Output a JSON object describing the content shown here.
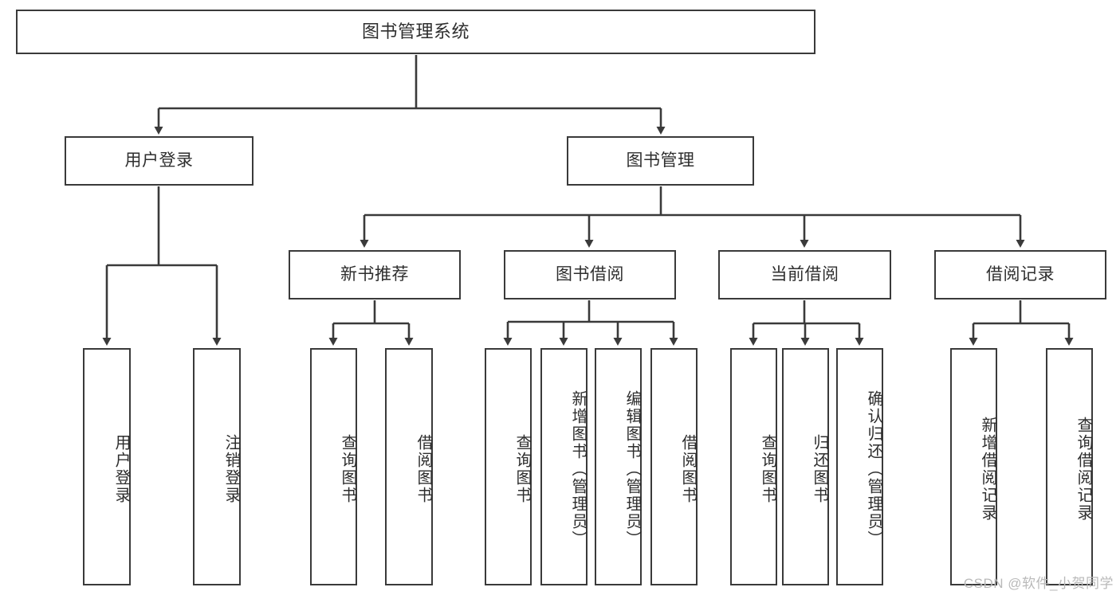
{
  "diagram": {
    "type": "tree",
    "title": "图书管理系统",
    "watermark": "CSDN @软件_小贺同学",
    "colors": {
      "stroke": "#3a3a3a",
      "text": "#2e2e2e",
      "background": "#ffffff",
      "watermark": "#b9b9b9"
    },
    "root": {
      "label": "图书管理系统"
    },
    "level2": [
      {
        "label": "用户登录"
      },
      {
        "label": "图书管理"
      }
    ],
    "level3": [
      {
        "label": "新书推荐"
      },
      {
        "label": "图书借阅"
      },
      {
        "label": "当前借阅"
      },
      {
        "label": "借阅记录"
      }
    ],
    "leaves": {
      "user_login": [
        {
          "label": "用户登录"
        },
        {
          "label": "注销登录"
        }
      ],
      "new_book_recommend": [
        {
          "label": "查询图书"
        },
        {
          "label": "借阅图书"
        }
      ],
      "book_borrow": [
        {
          "label": "查询图书"
        },
        {
          "label": "新增图书（管理员）"
        },
        {
          "label": "编辑图书（管理员）"
        },
        {
          "label": "借阅图书"
        }
      ],
      "current_borrow": [
        {
          "label": "查询图书"
        },
        {
          "label": "归还图书"
        },
        {
          "label": "确认归还（管理员）"
        }
      ],
      "borrow_record": [
        {
          "label": "新增借阅记录"
        },
        {
          "label": "查询借阅记录"
        }
      ]
    }
  }
}
